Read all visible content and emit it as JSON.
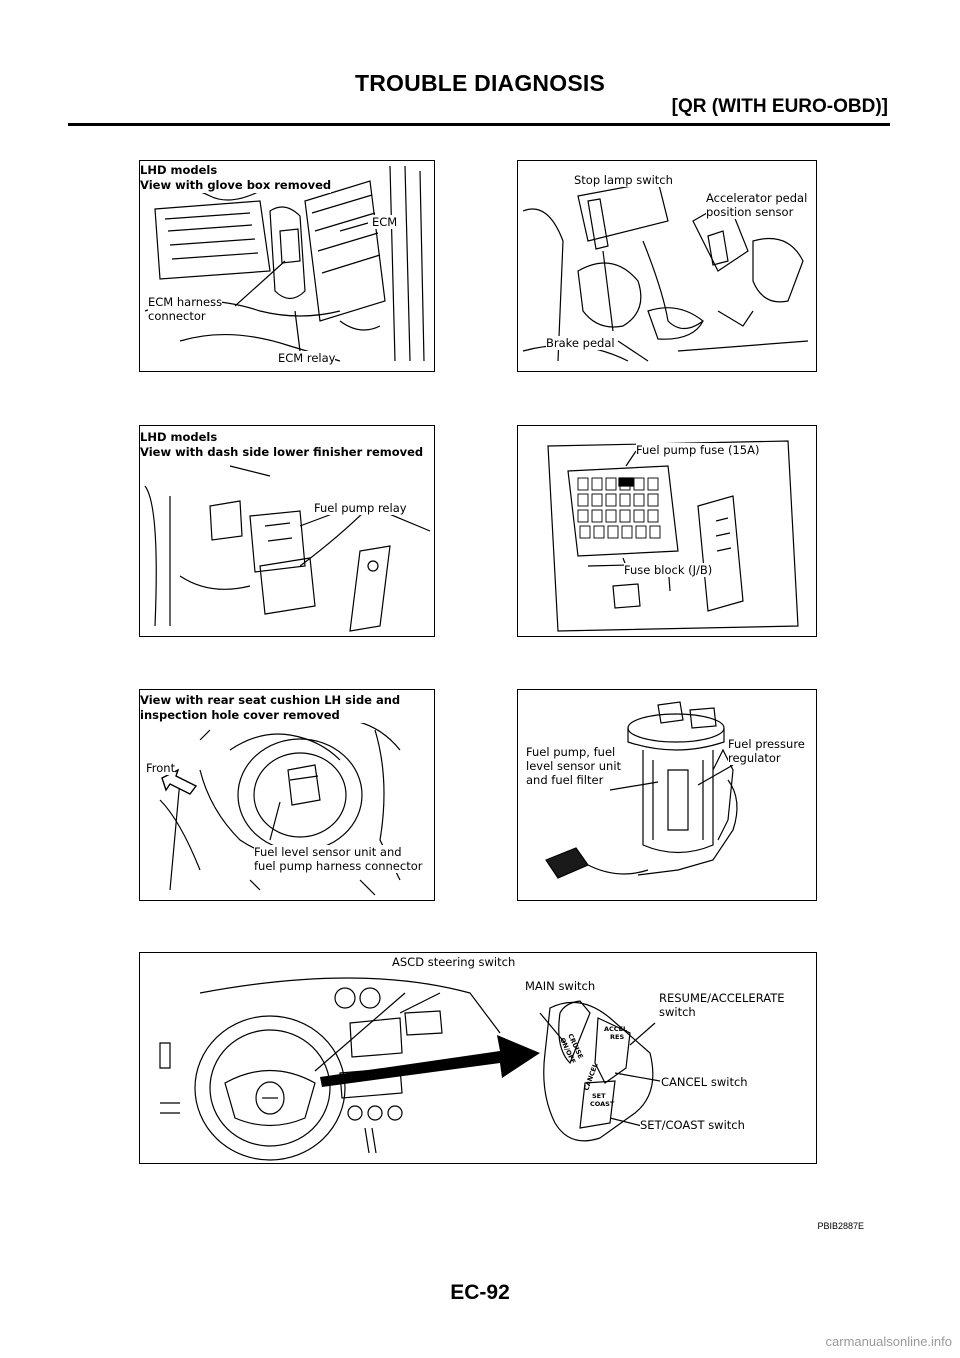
{
  "header": {
    "title": "TROUBLE DIAGNOSIS",
    "subtitle": "[QR (WITH EURO-OBD)]"
  },
  "panels": {
    "ecm": {
      "heading": "LHD models\nView with glove box removed",
      "labels": {
        "ecm": "ECM",
        "harness": "ECM harness\nconnector",
        "relay": "ECM relay"
      }
    },
    "stop_lamp": {
      "labels": {
        "stop_lamp_switch": "Stop lamp switch",
        "app_sensor": "Accelerator pedal\nposition sensor",
        "brake_pedal": "Brake pedal"
      }
    },
    "fuel_pump_relay": {
      "heading": "LHD models\nView with dash side lower finisher removed",
      "labels": {
        "relay": "Fuel pump relay"
      }
    },
    "fuse_block": {
      "labels": {
        "fuse": "Fuel pump fuse (15A)",
        "block": "Fuse block (J/B)"
      }
    },
    "fuel_level": {
      "heading": "View with rear seat cushion LH side and\ninspection hole cover removed",
      "labels": {
        "front": "Front",
        "connector": "Fuel level sensor unit and\nfuel pump harness connector"
      }
    },
    "fuel_pump_unit": {
      "labels": {
        "pump": "Fuel pump, fuel\nlevel sensor unit\nand fuel filter",
        "regulator": "Fuel pressure\nregulator"
      }
    },
    "ascd": {
      "labels": {
        "steering_switch": "ASCD steering switch",
        "main_switch": "MAIN switch",
        "resume": "RESUME/ACCELERATE\nswitch",
        "cancel": "CANCEL switch",
        "set_coast": "SET/COAST switch"
      },
      "button_text": {
        "cruise": "CRUISE",
        "on_off": "ON/OFF",
        "cancel": "CANCEL",
        "accel": "ACCEL",
        "res": "RES",
        "set": "SET",
        "coast": "COAST"
      }
    }
  },
  "figure_code": "PBIB2887E",
  "footer": {
    "page_number": "EC-92",
    "watermark": "carmanualsonline.info"
  }
}
